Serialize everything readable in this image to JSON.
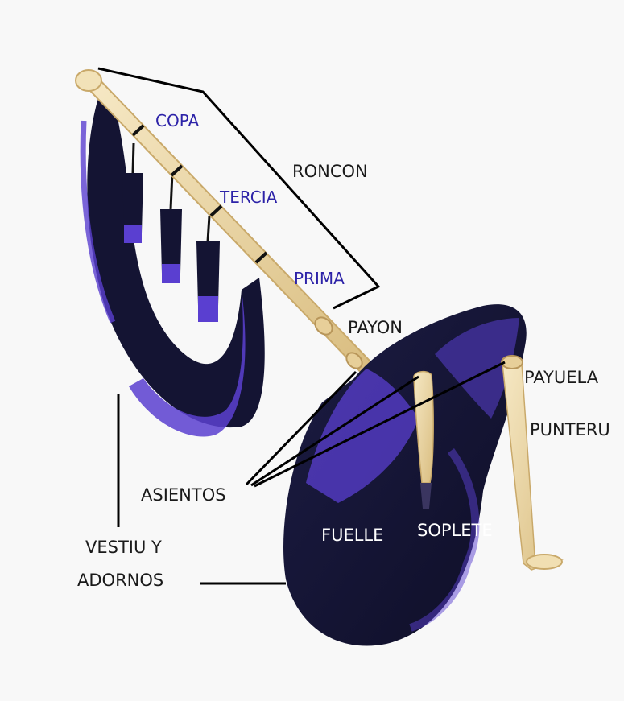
{
  "colors": {
    "background": "#f8f8f8",
    "label_text": "#1a1a1a",
    "inner_part_label": "#2d23a8",
    "pipe_wood": "#eed9a8",
    "bag_fabric": "#151533",
    "fringe_purple": "#5a3fd0",
    "leader_line": "#000000"
  },
  "labels": {
    "copa": "COPA",
    "tercia": "TERCIA",
    "prima": "PRIMA",
    "roncon": "RONCON",
    "payon": "PAYON",
    "payuela": "PAYUELA",
    "punteru": "PUNTERU",
    "asientos": "ASIENTOS",
    "fuelle": "FUELLE",
    "soplete": "SOPLETE",
    "vestiu_line1": "VESTIU Y",
    "vestiu_line2": "ADORNOS"
  }
}
